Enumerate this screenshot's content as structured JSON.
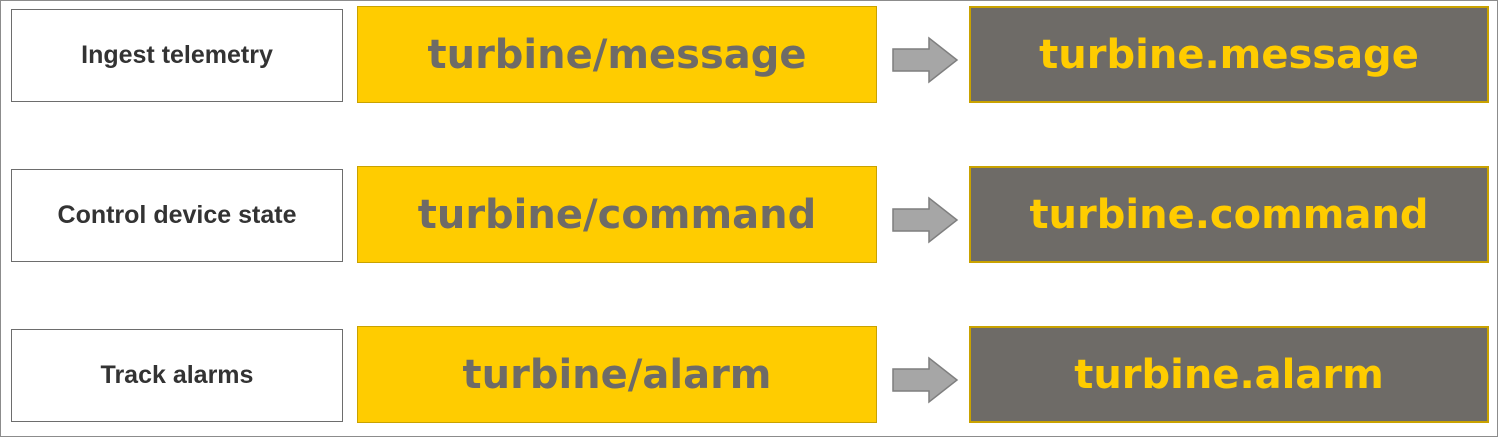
{
  "colors": {
    "topic_fill": "#ffcc00",
    "topic_text": "#6e6b67",
    "dest_fill": "#6e6b67",
    "dest_text": "#ffcc00",
    "arrow_fill": "#a6a6a6"
  },
  "rows": [
    {
      "label": "Ingest telemetry",
      "topic": "turbine/message",
      "destination": "turbine.message",
      "arrow_icon": "right-arrow-icon"
    },
    {
      "label": "Control device state",
      "topic": "turbine/command",
      "destination": "turbine.command",
      "arrow_icon": "right-arrow-icon"
    },
    {
      "label": "Track alarms",
      "topic": "turbine/alarm",
      "destination": "turbine.alarm",
      "arrow_icon": "right-arrow-icon"
    }
  ]
}
